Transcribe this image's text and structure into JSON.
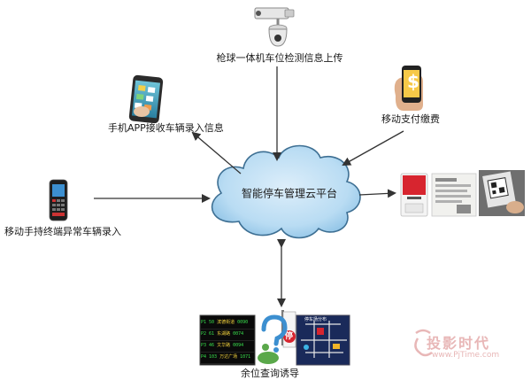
{
  "hub": {
    "label": "智能停车管理云平台"
  },
  "nodes": {
    "camera": {
      "label": "枪球一体机车位检测信息上传"
    },
    "mobile_app": {
      "label": "手机APP接收车辆录入信息"
    },
    "payment": {
      "label": "移动支付缴费",
      "symbol": "$"
    },
    "handheld": {
      "label": "移动手持终端异常车辆录入"
    },
    "query": {
      "label": "余位查询诱导"
    }
  },
  "display_board": {
    "rows": [
      {
        "index": "P1",
        "value": "50",
        "place": "滨德街道",
        "count": "0090"
      },
      {
        "index": "P2",
        "value": "61",
        "place": "东湖路",
        "count": "0074"
      },
      {
        "index": "P3",
        "value": "46",
        "place": "文华路",
        "count": "0094"
      },
      {
        "index": "P4",
        "value": "103",
        "place": "万达广场",
        "count": "1071"
      }
    ]
  },
  "map_panel": {
    "title": "停车场分布",
    "sign": "停"
  },
  "watermark": {
    "brand": "投影时代",
    "url": "www.PjTime.com"
  },
  "colors": {
    "cloud_fill": "#b9dcf3",
    "cloud_stroke": "#3d6f93",
    "arrow": "#333333",
    "board_bg": "#0a0a0a",
    "board_text": "#39e04d",
    "map_bg": "#1a2a5a",
    "watermark": "#e8b7b7"
  }
}
